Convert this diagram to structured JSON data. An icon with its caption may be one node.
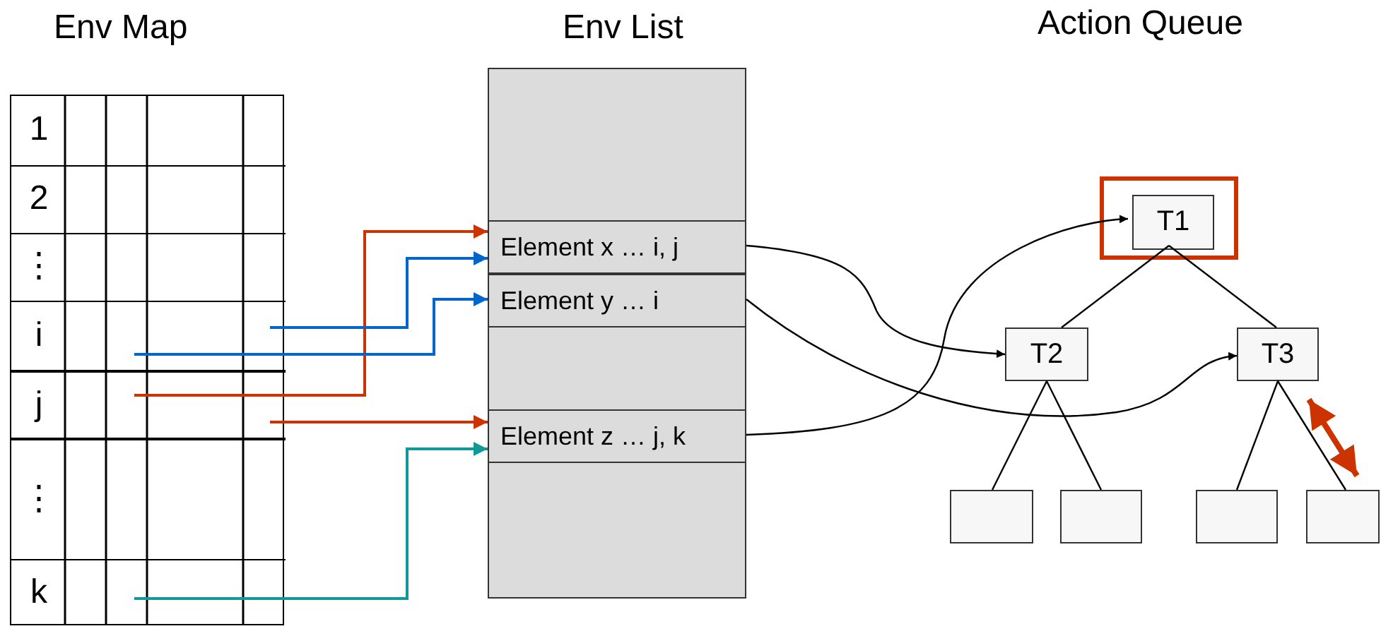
{
  "diagram": {
    "nodes": [
      {
        "text": [
          "Env Map"
        ]
      },
      {
        "text": [
          "1"
        ],
        "in": 0
      },
      {
        "text": [
          "2"
        ],
        "in": 0
      },
      {
        "text": [
          "⋮"
        ],
        "in": 0
      },
      {
        "text": [
          "i"
        ],
        "in": 0
      },
      {
        "text": [
          "j"
        ],
        "in": 0
      },
      {
        "text": [
          "⋮"
        ],
        "in": 0
      },
      {
        "text": [
          "k"
        ],
        "in": 0
      },
      {
        "text": [
          "Env List"
        ]
      },
      {
        "text": [
          "Element x … i, j"
        ],
        "in": 8
      },
      {
        "text": [
          "Element y … i"
        ],
        "in": 8
      },
      {
        "text": [
          "Element z … j, k"
        ],
        "in": 8
      },
      {
        "text": [],
        "shape": "box"
      },
      {
        "text": [
          "T1"
        ],
        "in": 12
      },
      {
        "text": [
          "T2"
        ]
      },
      {
        "text": [
          "T3"
        ]
      },
      {
        "text": [],
        "shape": "box"
      },
      {
        "text": [],
        "shape": "box"
      },
      {
        "text": [],
        "shape": "box"
      },
      {
        "text": [],
        "shape": "box"
      }
    ],
    "edges": [
      {
        "from": 5,
        "to": 9,
        "arrow": "to",
        "color": "#cc3300"
      },
      {
        "from": 4,
        "to": 9,
        "arrow": "to",
        "color": "#0066cc"
      },
      {
        "from": 4,
        "to": 10,
        "arrow": "to",
        "color": "#0066cc"
      },
      {
        "from": 5,
        "to": 11,
        "arrow": "to",
        "color": "#cc3300"
      },
      {
        "from": 7,
        "to": 11,
        "arrow": "to",
        "color": "#119999"
      },
      {
        "from": 9,
        "to": 14,
        "arrow": "to"
      },
      {
        "from": 10,
        "to": 15,
        "arrow": "to"
      },
      {
        "from": 11,
        "to": 13,
        "arrow": "to"
      },
      {
        "from": 13,
        "to": 14,
        "arrow": "none"
      },
      {
        "from": 13,
        "to": 15,
        "arrow": "none"
      },
      {
        "from": 14,
        "to": 16,
        "arrow": "none"
      },
      {
        "from": 14,
        "to": 17,
        "arrow": "none"
      },
      {
        "from": 15,
        "to": 18,
        "arrow": "none"
      },
      {
        "from": 15,
        "to": 19,
        "arrow": "none"
      },
      {
        "from": 15,
        "to": 19,
        "arrow": "both",
        "style": "thick",
        "color": "#cc3300"
      }
    ],
    "labels": [
      "Action Queue"
    ]
  }
}
